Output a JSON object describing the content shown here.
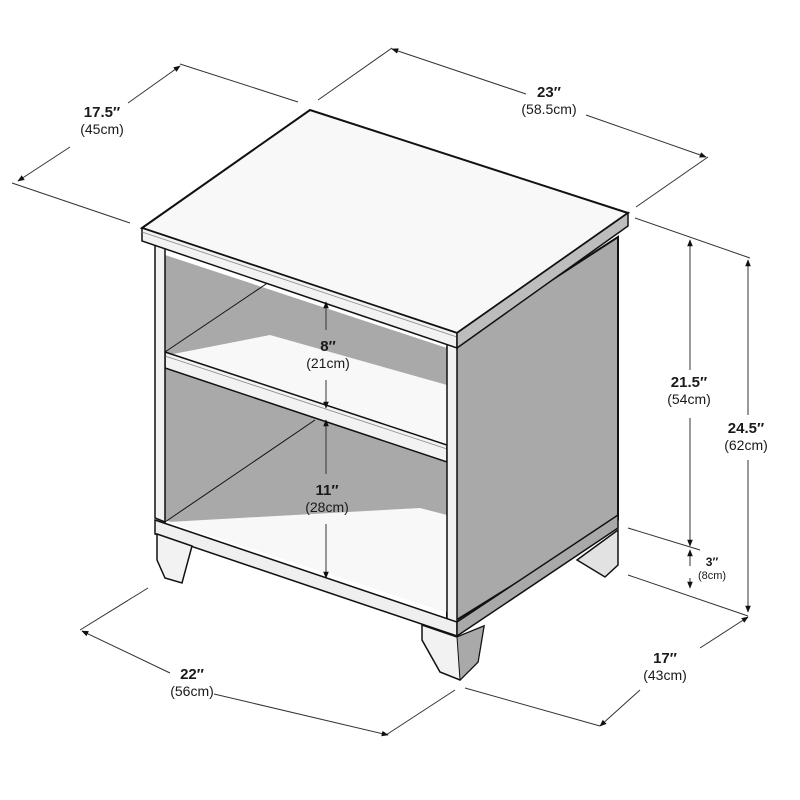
{
  "diagram": {
    "subject": "Nightstand with open shelf",
    "colors": {
      "outline": "#111111",
      "surface_light": "#f7f7f7",
      "surface_mid": "#e6e6e6",
      "surface_shadow": "#a9a9a9",
      "dimension_line": "#333333"
    },
    "dimensions": {
      "depth_top": {
        "inches": "17.5″",
        "cm": "(45cm)"
      },
      "width_top": {
        "inches": "23″",
        "cm": "(58.5cm)"
      },
      "body_height": {
        "inches": "21.5″",
        "cm": "(54cm)"
      },
      "total_height": {
        "inches": "24.5″",
        "cm": "(62cm)"
      },
      "leg_height": {
        "inches": "3″",
        "cm": "(8cm)"
      },
      "upper_opening": {
        "inches": "8″",
        "cm": "(21cm)"
      },
      "lower_opening": {
        "inches": "11″",
        "cm": "(28cm)"
      },
      "width_base": {
        "inches": "22″",
        "cm": "(56cm)"
      },
      "depth_base": {
        "inches": "17″",
        "cm": "(43cm)"
      }
    }
  }
}
